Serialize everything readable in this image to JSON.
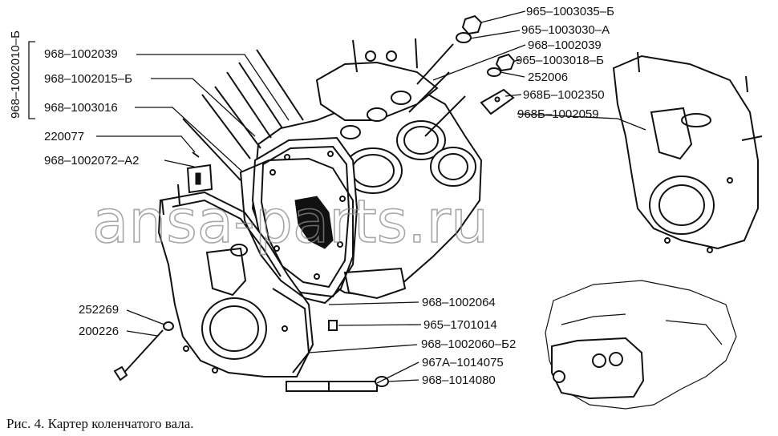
{
  "group_label": "968–1002010–Б",
  "labels_left": [
    "968–1002039",
    "968–1002015–Б",
    "968–1003016",
    "220077",
    "968–1002072–А2",
    "252269",
    "200226"
  ],
  "labels_right": [
    "965–1003035–Б",
    "965–1003030–А",
    "968–1002039",
    "965–1003018–Б",
    "252006",
    "968Б–1002350",
    "968Б–1002059"
  ],
  "labels_bottom": [
    "968–1002064",
    "965–1701014",
    "968–1002060–Б2",
    "967А–1014075",
    "968–1014080"
  ],
  "watermark": "ansa-parts.ru",
  "caption": "Рис. 4. Картер коленчатого вала."
}
